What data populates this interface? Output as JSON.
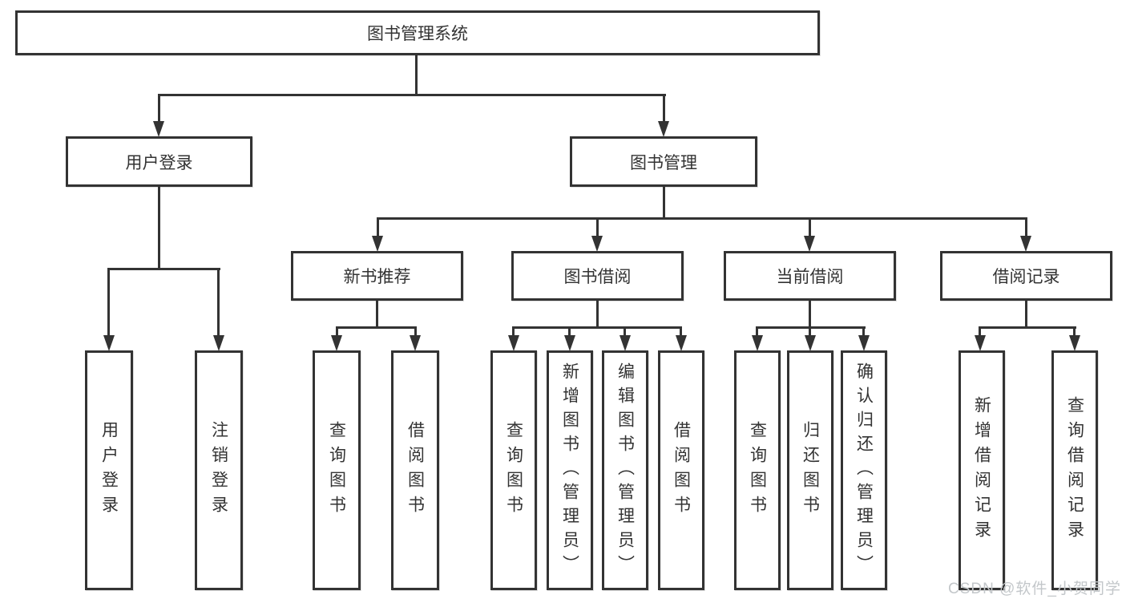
{
  "tree": {
    "label": "图书管理系统",
    "children": [
      {
        "label": "用户登录",
        "children": [
          {
            "label": "用户登录"
          },
          {
            "label": "注销登录"
          }
        ]
      },
      {
        "label": "图书管理",
        "children": [
          {
            "label": "新书推荐",
            "children": [
              {
                "label": "查询图书"
              },
              {
                "label": "借阅图书"
              }
            ]
          },
          {
            "label": "图书借阅",
            "children": [
              {
                "label": "查询图书"
              },
              {
                "label": "新增图书（管理员）"
              },
              {
                "label": "编辑图书（管理员）"
              },
              {
                "label": "借阅图书"
              }
            ]
          },
          {
            "label": "当前借阅",
            "children": [
              {
                "label": "查询图书"
              },
              {
                "label": "归还图书"
              },
              {
                "label": "确认归还（管理员）"
              }
            ]
          },
          {
            "label": "借阅记录",
            "children": [
              {
                "label": "新增借阅记录"
              },
              {
                "label": "查询借阅记录"
              }
            ]
          }
        ]
      }
    ]
  },
  "watermark": {
    "text": "CSDN @软件_小贺同学"
  },
  "colors": {
    "line": "#333333",
    "box_fill": "#ffffff",
    "background": "#ffffff",
    "watermark": "#c3c7ca"
  }
}
